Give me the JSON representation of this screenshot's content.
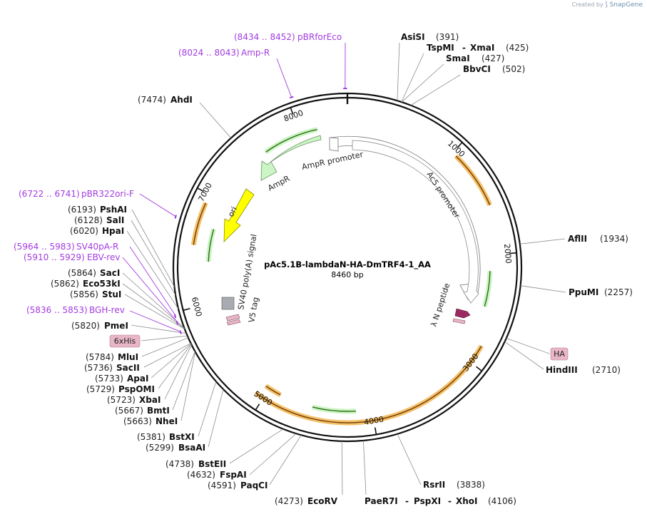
{
  "plasmid": {
    "name": "pAc5.1B-lambdaN-HA-DmTRF4-1_AA",
    "size_label": "8460 bp"
  },
  "watermark": {
    "prefix": "Created by",
    "brand": "SnapGene"
  },
  "tick_labels": [
    "1000",
    "2000",
    "3000",
    "4000",
    "5000",
    "6000",
    "7000",
    "8000"
  ],
  "enzymes_top": [
    {
      "pos": "(391)",
      "name": "AsiSI"
    },
    {
      "pos_after": "(425)",
      "name": "TspMI",
      "name2": "XmaI"
    },
    {
      "pos": "(427)",
      "name": "SmaI"
    },
    {
      "pos": "(502)",
      "name": "BbvCI"
    }
  ],
  "enzymes": {
    "afliii": {
      "name": "AflII",
      "pos": "(1934)"
    },
    "ppumi": {
      "name": "PpuMI",
      "pos": "(2257)"
    },
    "hindiii": {
      "name": "HindIII",
      "pos": "(2710)"
    },
    "rsrii": {
      "name": "RsrII",
      "pos": "(3838)"
    },
    "paer7i": {
      "name": "PaeR7I",
      "name2": "PspXI",
      "name3": "XhoI",
      "pos": "(4106)"
    },
    "ecorv": {
      "name": "EcoRV",
      "pos": "(4273)"
    },
    "paqci": {
      "name": "PaqCI",
      "pos": "(4591)"
    },
    "fspai": {
      "name": "FspAI",
      "pos": "(4632)"
    },
    "bsteii": {
      "name": "BstEII",
      "pos": "(4738)"
    },
    "bsaai": {
      "name": "BsaAI",
      "pos": "(5299)"
    },
    "bstxi": {
      "name": "BstXI",
      "pos": "(5381)"
    },
    "nhei": {
      "name": "NheI",
      "pos": "(5663)"
    },
    "bmti": {
      "name": "BmtI",
      "pos": "(5667)"
    },
    "xbai": {
      "name": "XbaI",
      "pos": "(5723)"
    },
    "pspomi": {
      "name": "PspOMI",
      "pos": "(5729)"
    },
    "apai": {
      "name": "ApaI",
      "pos": "(5733)"
    },
    "sacii": {
      "name": "SacII",
      "pos": "(5736)"
    },
    "mlui": {
      "name": "MluI",
      "pos": "(5784)"
    },
    "pmei": {
      "name": "PmeI",
      "pos": "(5820)"
    },
    "stui": {
      "name": "StuI",
      "pos": "(5856)"
    },
    "eco53ki": {
      "name": "Eco53kI",
      "pos": "(5862)"
    },
    "saci": {
      "name": "SacI",
      "pos": "(5864)"
    },
    "hpai": {
      "name": "HpaI",
      "pos": "(6020)"
    },
    "sali": {
      "name": "SalI",
      "pos": "(6128)"
    },
    "pshai": {
      "name": "PshAI",
      "pos": "(6193)"
    },
    "ahdi": {
      "name": "AhdI",
      "pos": "(7474)"
    }
  },
  "primers": {
    "pbrforeco": {
      "range": "(8434 .. 8452)",
      "name": "pBRforEco"
    },
    "ampr": {
      "range": "(8024 .. 8043)",
      "name": "Amp-R"
    },
    "pbr322ori": {
      "range": "(6722 .. 6741)",
      "name": "pBR322ori-F"
    },
    "sv40pa": {
      "range": "(5964 .. 5983)",
      "name": "SV40pA-R"
    },
    "ebv": {
      "range": "(5910 .. 5929)",
      "name": "EBV-rev"
    },
    "bgh": {
      "range": "(5836 .. 5853)",
      "name": "BGH-rev"
    }
  },
  "features": {
    "ampr": "AmpR",
    "ampr_promoter": "AmpR promoter",
    "ori": "ori",
    "ac5": "Ac5 promoter",
    "lambdan": "λ N peptide",
    "sv40": "SV40 poly(A) signal",
    "v5": "V5 tag",
    "his": "6xHis",
    "ha": "HA"
  },
  "colors": {
    "ampr": "#ccf5c6",
    "ori": "#ffff00",
    "promoter": "#ffffff",
    "orf": "#f5c06a",
    "lambdan": "#9b2a62",
    "sv40": "#a8acb2",
    "tag": "#e9b6c8",
    "primer": "#a23be0"
  }
}
